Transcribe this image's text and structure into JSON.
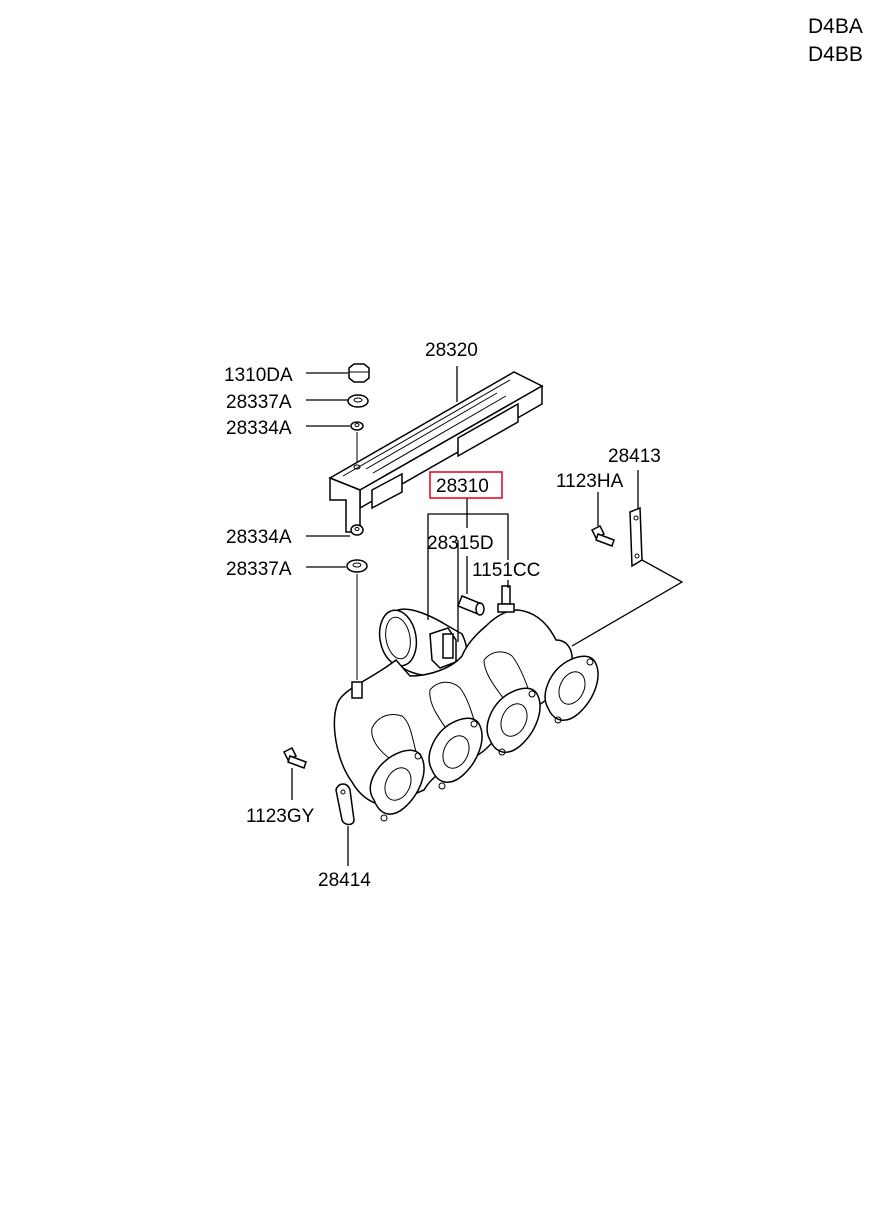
{
  "engine_codes": [
    "D4BA",
    "D4BB"
  ],
  "highlight_color": "#e0001a",
  "parts": {
    "heat_protector": "28320",
    "nut": "1310DA",
    "washer_upper": "28337A",
    "spacer_upper": "28334A",
    "spacer_lower": "28334A",
    "washer_lower": "28337A",
    "manifold": "28310",
    "stud": "28315D",
    "stud_bolt": "1151CC",
    "bolt_right": "1123HA",
    "bracket_right": "28413",
    "bolt_left": "1123GY",
    "bracket_left": "28414"
  }
}
